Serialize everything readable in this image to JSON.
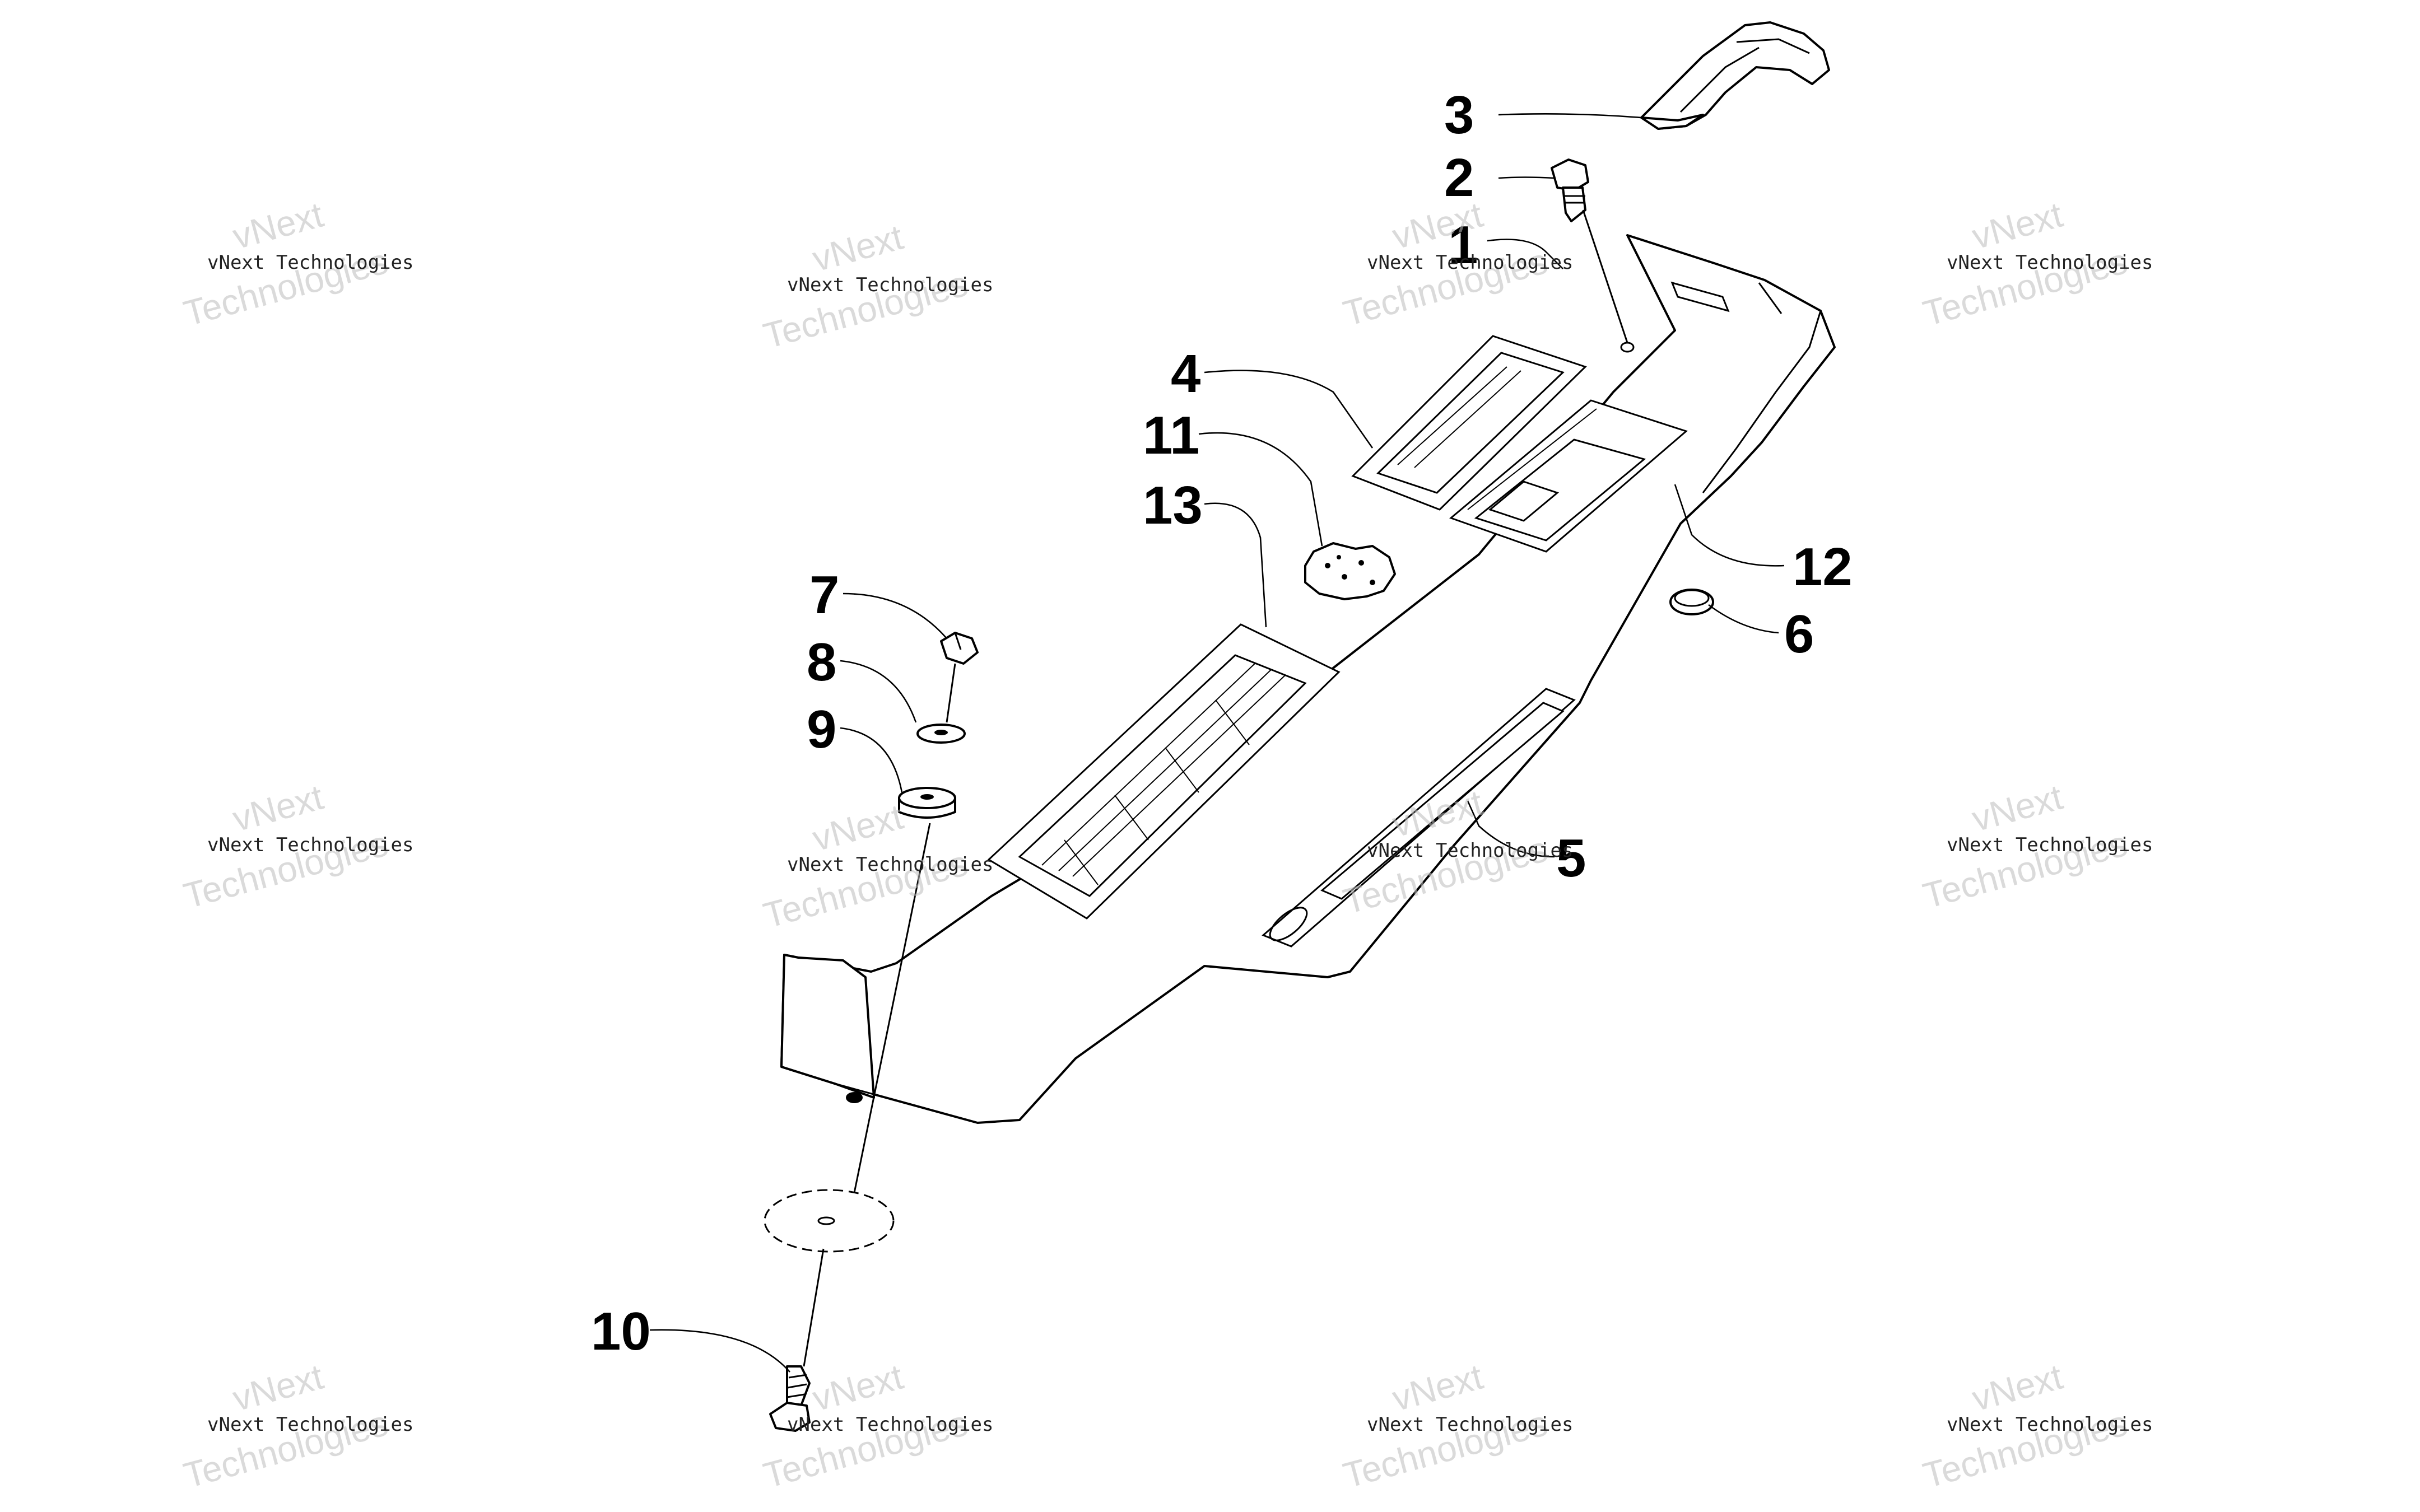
{
  "diagram": {
    "callouts": [
      "1",
      "2",
      "3",
      "4",
      "5",
      "6",
      "7",
      "8",
      "9",
      "10",
      "11",
      "12",
      "13"
    ]
  },
  "watermark": {
    "line1": "vNext",
    "line2": "Technologies",
    "small": "vNext Technologies"
  }
}
